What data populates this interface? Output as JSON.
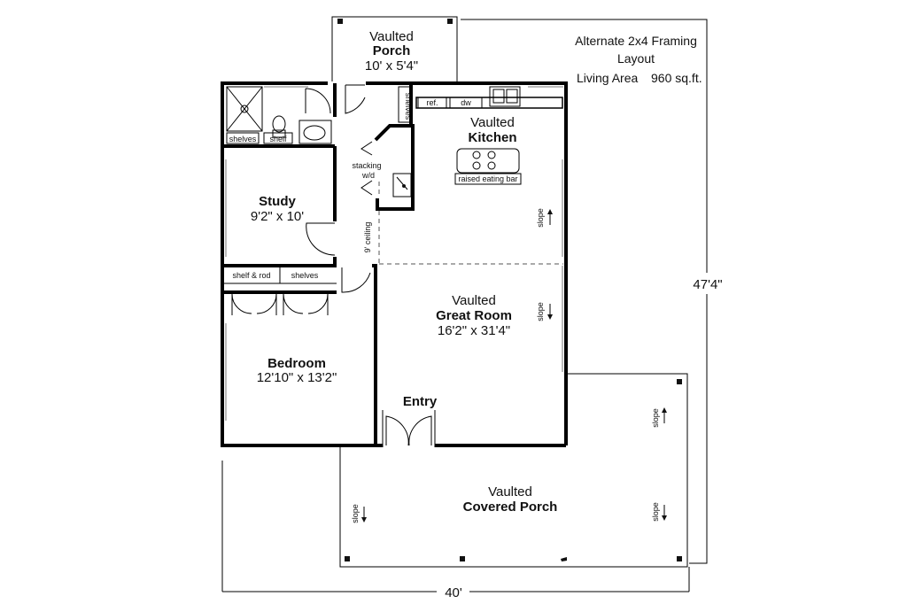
{
  "notes": {
    "line1": "Alternate 2x4 Framing",
    "line2": "Layout",
    "line3_label": "Living Area",
    "line3_value": "960 sq.ft."
  },
  "rooms": {
    "porch_top": {
      "line1": "Vaulted",
      "name": "Porch",
      "size": "10' x 5'4\""
    },
    "kitchen": {
      "line1": "Vaulted",
      "name": "Kitchen"
    },
    "study": {
      "name": "Study",
      "size": "9'2\" x 10'"
    },
    "great_room": {
      "line1": "Vaulted",
      "name": "Great Room",
      "size": "16'2\" x 31'4\""
    },
    "bedroom": {
      "name": "Bedroom",
      "size": "12'10\" x 13'2\""
    },
    "entry": {
      "name": "Entry"
    },
    "covered_porch": {
      "line1": "Vaulted",
      "name": "Covered Porch"
    }
  },
  "fixtures": {
    "ref": "ref.",
    "dw": "dw",
    "shelves_pantry": "shelves",
    "shelves_bath": "shelves",
    "shelf_bath": "shelf",
    "stacking": "stacking",
    "wd": "w/d",
    "raised_bar": "raised eating bar",
    "ceiling_9": "9' ceiling",
    "shelf_rod": "shelf & rod",
    "shelves_closet": "shelves",
    "slope": "slope"
  },
  "dimensions": {
    "width": "40'",
    "depth": "47'4\""
  }
}
